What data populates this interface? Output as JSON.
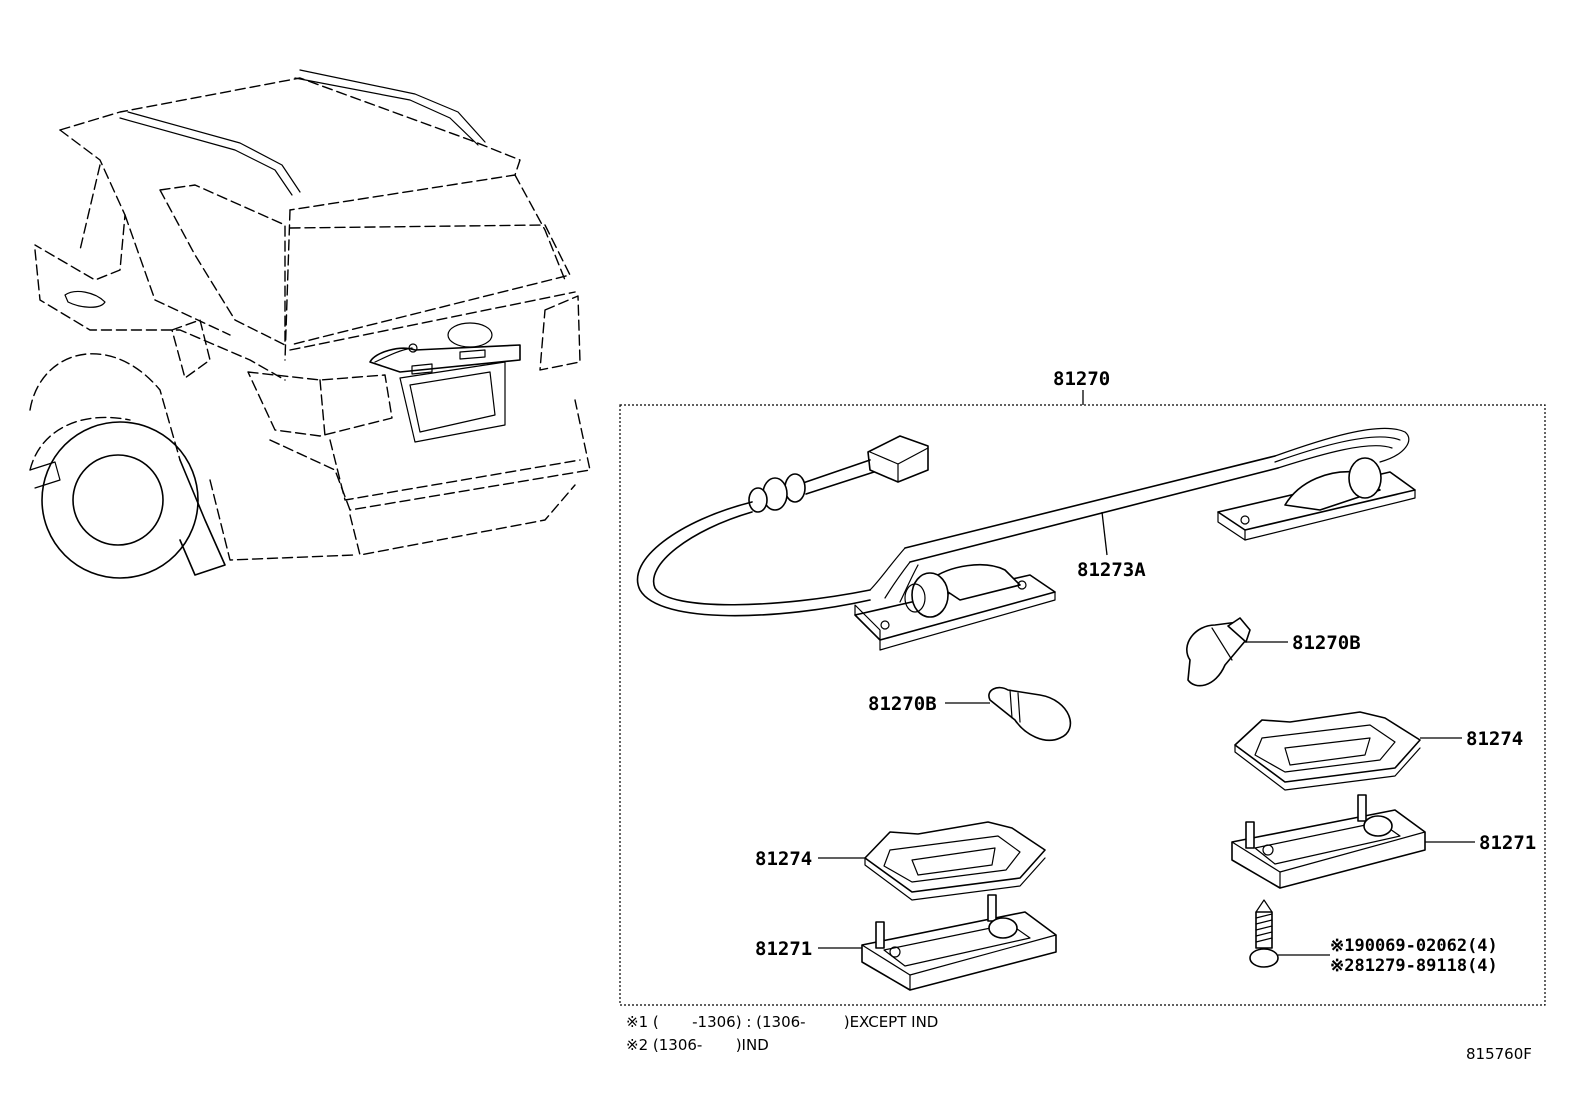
{
  "labels": {
    "assembly": "81270",
    "wire": "81273A",
    "bulb_right": "81270B",
    "bulb_left": "81270B",
    "lens_right": "81274",
    "lens_left": "81274",
    "housing_right": "81271",
    "housing_left": "81271",
    "screw_1": "※190069-02062(4)",
    "screw_2": "※281279-89118(4)"
  },
  "notes": {
    "note_1": "※1 (       -1306) : (1306-        )EXCEPT IND",
    "note_2": "※2 (1306-       )IND"
  },
  "diagram_id": "815760F"
}
